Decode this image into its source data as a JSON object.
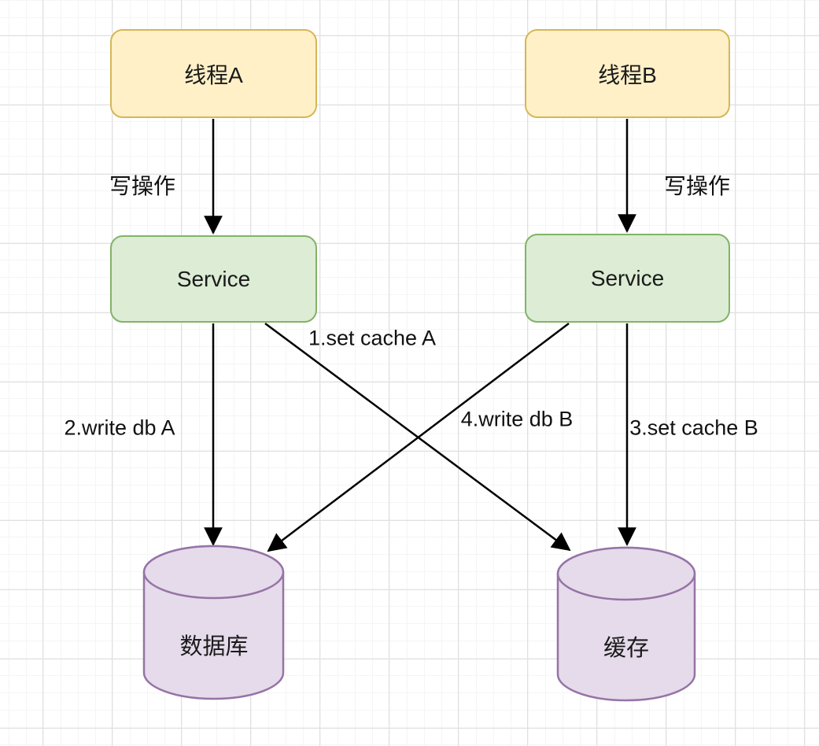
{
  "diagram": {
    "nodes": {
      "thread_a": {
        "label": "线程A"
      },
      "thread_b": {
        "label": "线程B"
      },
      "service_a": {
        "label": "Service"
      },
      "service_b": {
        "label": "Service"
      },
      "database": {
        "label": "数据库"
      },
      "cache": {
        "label": "缓存"
      }
    },
    "edges": {
      "thread_a_to_service_a": {
        "label": "写操作"
      },
      "thread_b_to_service_b": {
        "label": "写操作"
      },
      "service_a_to_cache": {
        "label": "1.set cache A"
      },
      "service_a_to_database": {
        "label": "2.write db A"
      },
      "service_b_to_database": {
        "label": "4.write db B"
      },
      "service_b_to_cache": {
        "label": "3.set cache B"
      }
    },
    "colors": {
      "thread_fill": "#fff0c8",
      "thread_stroke": "#d6b656",
      "service_fill": "#dcecd5",
      "service_stroke": "#82b366",
      "store_fill": "#e5dbeb",
      "store_stroke": "#9673a6",
      "edge_stroke": "#000000",
      "grid_minor": "#f5f5f6",
      "grid_major": "#e0e0e1",
      "background": "#ffffff"
    }
  }
}
